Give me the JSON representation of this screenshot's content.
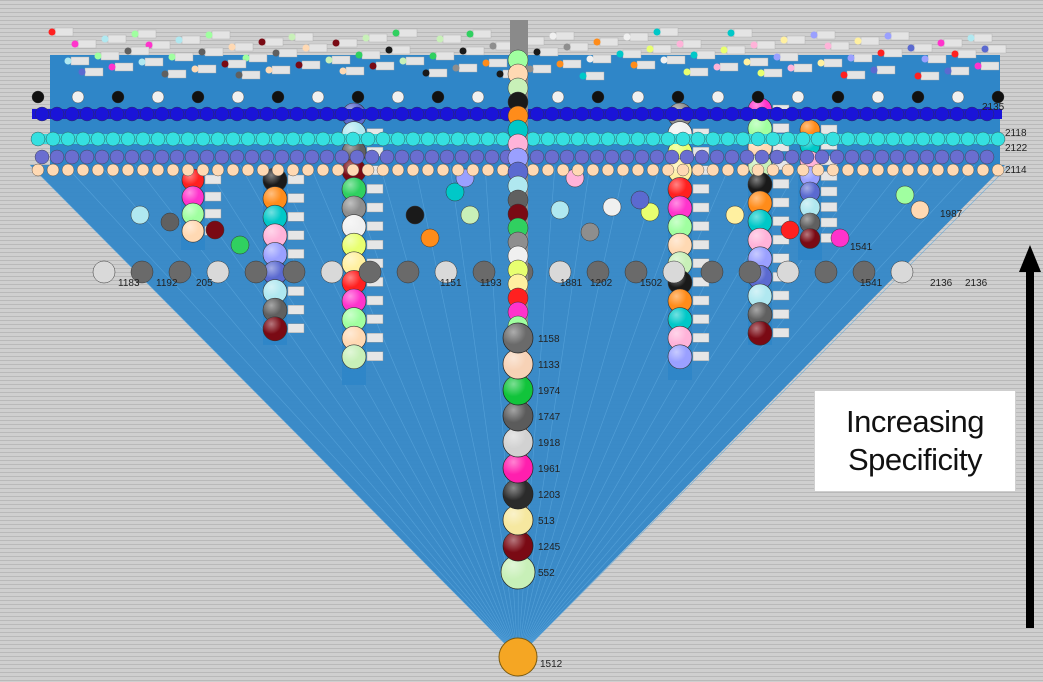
{
  "legend": {
    "line1": "Increasing",
    "line2": "Specificity"
  },
  "root_node": {
    "label": "1512",
    "color": "#f5a623"
  },
  "trunk_nodes": [
    {
      "label": "552",
      "color": "#c8f0b8"
    },
    {
      "label": "1245",
      "color": "#7a0a14"
    },
    {
      "label": "513",
      "color": "#f6e8a0"
    },
    {
      "label": "1203",
      "color": "#2b2b2b"
    },
    {
      "label": "1961",
      "color": "#ff1fae"
    },
    {
      "label": "1918",
      "color": "#d2d2d2"
    },
    {
      "label": "1747",
      "color": "#5b5b5b"
    },
    {
      "label": "1974",
      "color": "#11c43b"
    },
    {
      "label": "1133",
      "color": "#f7d2b6"
    },
    {
      "label": "1158",
      "color": "#6a6a6a"
    }
  ],
  "side_labels": [
    "1183",
    "1192",
    "205",
    "2136",
    "1541",
    "1502",
    "1881",
    "1193",
    "1151",
    "1202"
  ],
  "right_labels": [
    "2135",
    "2118",
    "2122",
    "2114",
    "2136",
    "1987",
    "1541"
  ],
  "colors": {
    "background": "#c9c9c9",
    "fan": "#2f86c8",
    "arrow": "#000000"
  }
}
